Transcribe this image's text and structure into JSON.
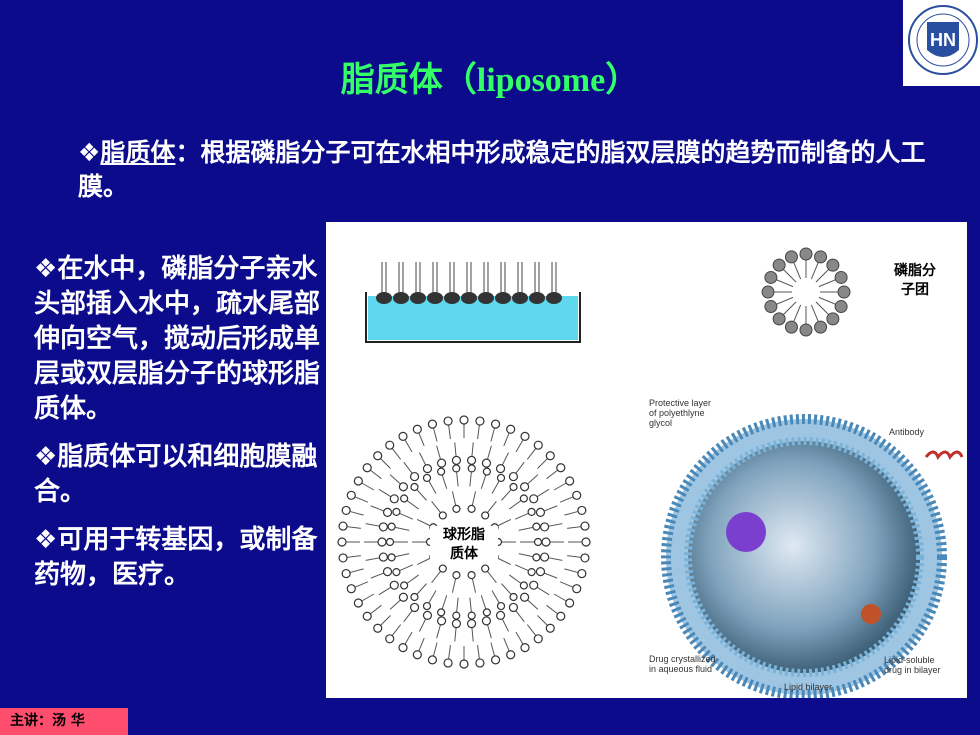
{
  "slide": {
    "title_cn": "脂质体",
    "title_paren_open": "（",
    "title_en": "liposome",
    "title_paren_close": "）",
    "intro_bullet": "❖",
    "intro_term": "脂质体",
    "intro_text": "：根据磷脂分子可在水相中形成稳定的脂双层膜的趋势而制备的人工膜。",
    "points": [
      {
        "bullet": "❖",
        "text": "在水中，磷脂分子亲水头部插入水中，疏水尾部伸向空气，搅动后形成单层或双层脂分子的球形脂质体。"
      },
      {
        "bullet": "❖",
        "text": "脂质体可以和细胞膜融合。"
      },
      {
        "bullet": "❖",
        "text": "可用于转基因，或制备药物，医疗。"
      }
    ],
    "footer": "主讲：汤 华"
  },
  "logo": {
    "text": "HN"
  },
  "figure": {
    "micelle_label": "磷脂分\n子团",
    "liposome_label": "球形脂\n质体",
    "labels": {
      "protective": "Protective layer\nof polyethlyne\nglycol",
      "antibody": "Antibody",
      "drug_crystal": "Drug crystallized\nin aqueous fluid",
      "lipid_soluble": "Lipid-soluble\ndrug in bilayer",
      "bilayer": "Lipid bilayer"
    }
  },
  "colors": {
    "background": "#0b0b8c",
    "title": "#33ff66",
    "text": "#ffffff",
    "footer_bg": "#ff4d6d"
  }
}
